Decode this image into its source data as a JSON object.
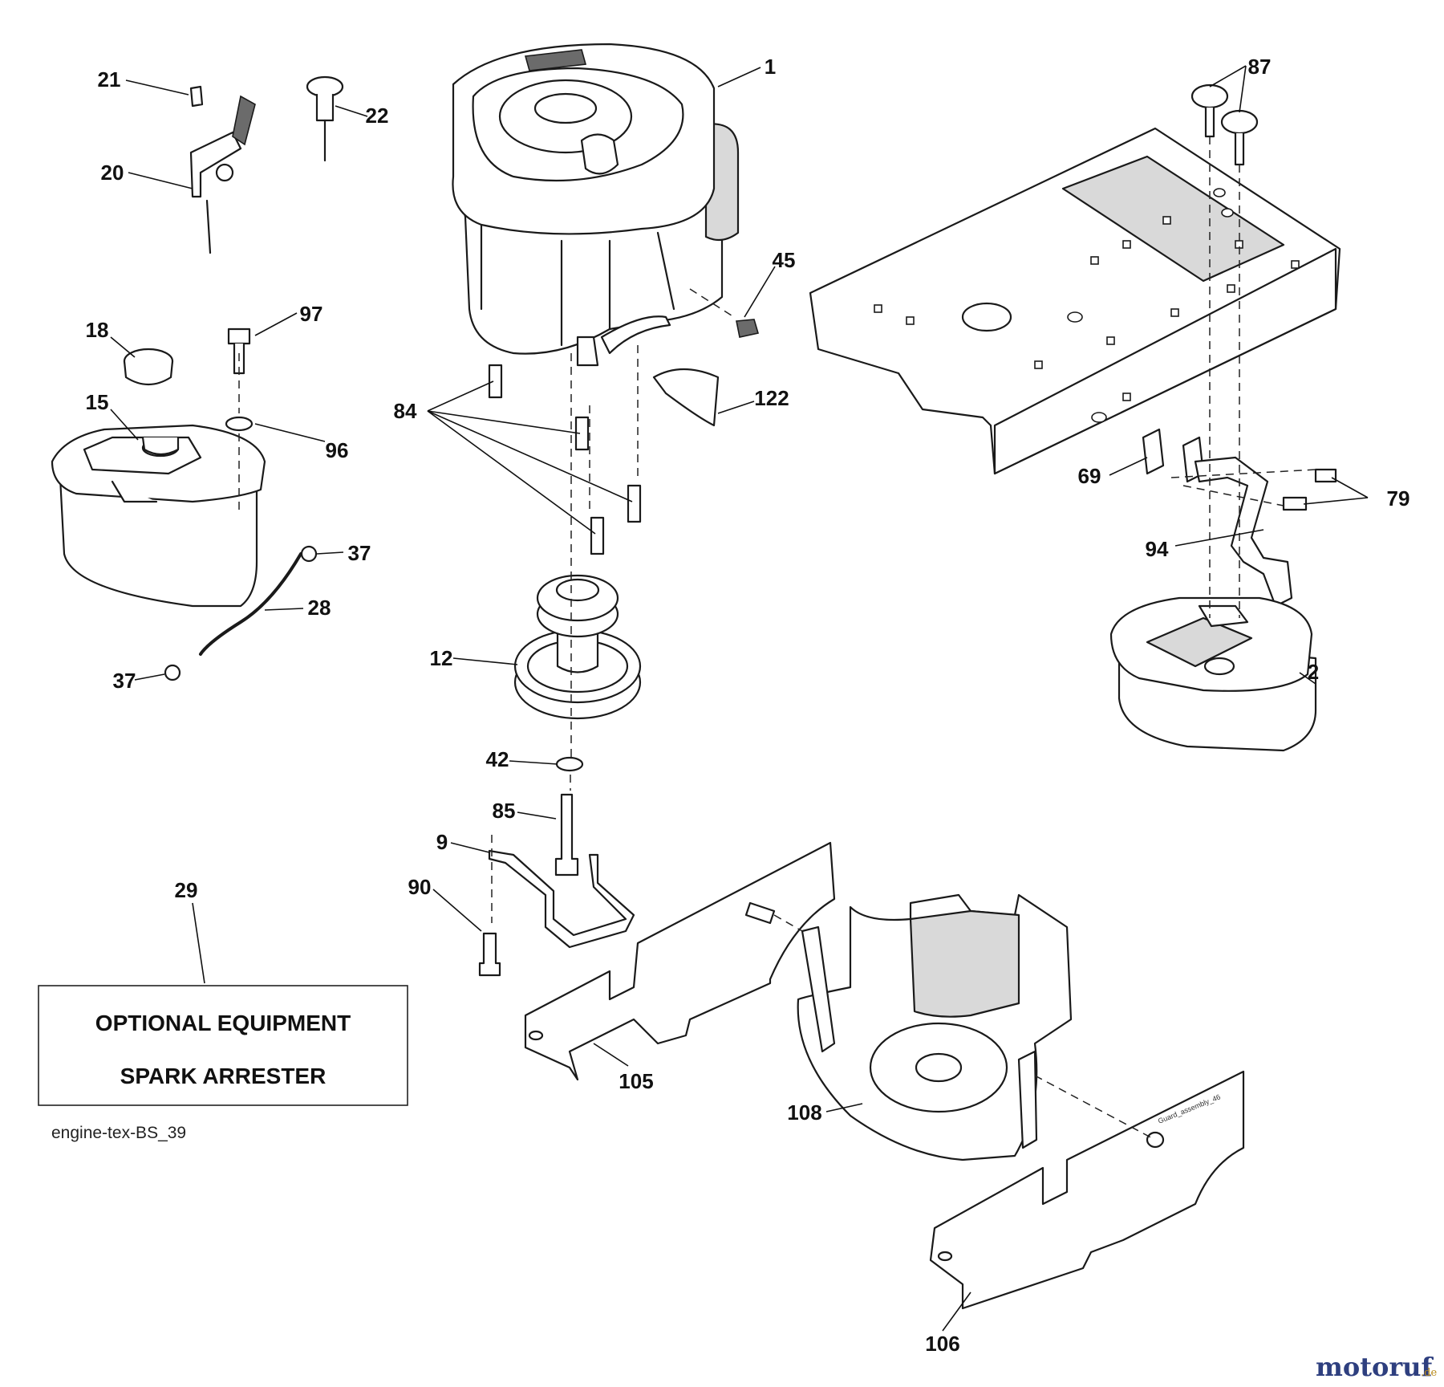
{
  "callouts": {
    "c1": "1",
    "c2": "2",
    "c9": "9",
    "c12": "12",
    "c15": "15",
    "c18": "18",
    "c20": "20",
    "c21": "21",
    "c22": "22",
    "c28": "28",
    "c29": "29",
    "c37a": "37",
    "c37b": "37",
    "c42": "42",
    "c45": "45",
    "c69": "69",
    "c79": "79",
    "c84": "84",
    "c85": "85",
    "c87": "87",
    "c90": "90",
    "c94": "94",
    "c96": "96",
    "c97": "97",
    "c105": "105",
    "c106": "106",
    "c108": "108",
    "c122": "122"
  },
  "optional_box": {
    "line1": "OPTIONAL EQUIPMENT",
    "line2": "SPARK ARRESTER"
  },
  "diagram_code": "engine-tex-BS_39",
  "guard_stamp": "Guard_assembly_46",
  "watermark": {
    "brand": "motoruf",
    "suffix": ".de",
    "color": "#2e3f7f"
  }
}
